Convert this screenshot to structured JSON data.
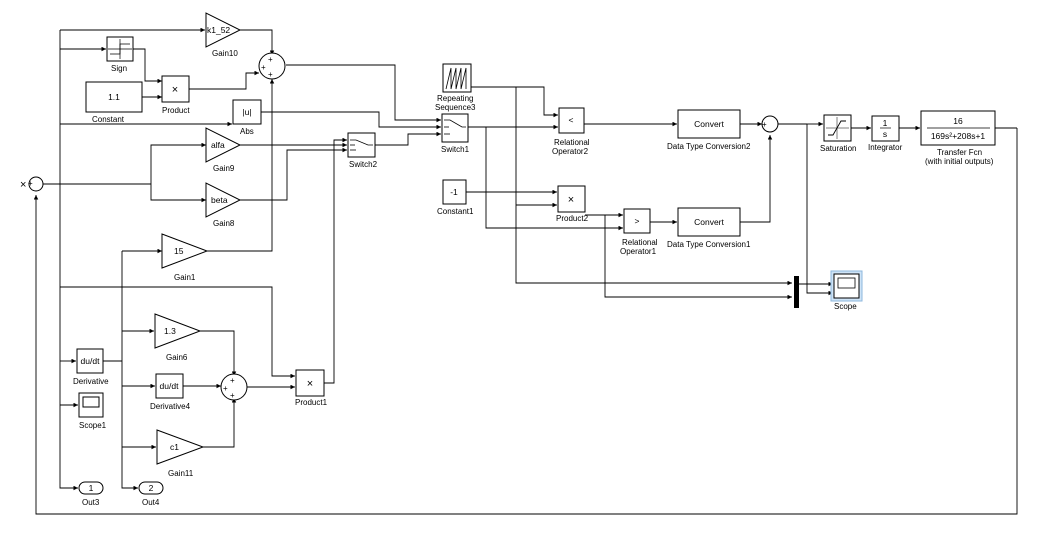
{
  "blocks": {
    "sign": {
      "label": "Sign"
    },
    "constant": {
      "label": "Constant",
      "value": "1.1"
    },
    "product": {
      "label": "Product",
      "symbol": "×"
    },
    "gain10": {
      "label": "Gain10",
      "value": "k1_52"
    },
    "abs": {
      "label": "Abs",
      "value": "|u|"
    },
    "gain9": {
      "label": "Gain9",
      "value": "alfa"
    },
    "gain8": {
      "label": "Gain8",
      "value": "beta"
    },
    "gain1": {
      "label": "Gain1",
      "value": "15"
    },
    "gain6": {
      "label": "Gain6",
      "value": "1.3"
    },
    "derivative": {
      "label": "Derivative",
      "value": "du/dt"
    },
    "derivative4": {
      "label": "Derivative4",
      "value": "du/dt"
    },
    "scope1": {
      "label": "Scope1"
    },
    "gain11": {
      "label": "Gain11",
      "value": "c1"
    },
    "product1": {
      "label": "Product1",
      "symbol": "×"
    },
    "out3": {
      "label": "Out3",
      "value": "1"
    },
    "out4": {
      "label": "Out4",
      "value": "2"
    },
    "switch1": {
      "label": "Switch1"
    },
    "switch2": {
      "label": "Switch2"
    },
    "repeating_sequence3": {
      "label_line1": "Repeating",
      "label_line2": "Sequence3"
    },
    "relational_operator2": {
      "label_line1": "Relational",
      "label_line2": "Operator2",
      "value": "<"
    },
    "constant1": {
      "label": "Constant1",
      "value": "-1"
    },
    "product2": {
      "label": "Product2",
      "symbol": "×"
    },
    "relational_operator1": {
      "label_line1": "Relational",
      "label_line2": "Operator1",
      "value": ">"
    },
    "data_type_conversion2": {
      "label": "Data Type Conversion2",
      "value": "Convert"
    },
    "data_type_conversion1": {
      "label": "Data Type Conversion1",
      "value": "Convert"
    },
    "saturation": {
      "label": "Saturation"
    },
    "integrator": {
      "label": "Integrator",
      "num": "1",
      "den": "s"
    },
    "transfer_fcn": {
      "label_line1": "Transfer Fcn",
      "label_line2": "(with initial outputs)",
      "num": "16",
      "den": "169s²+208s+1"
    },
    "scope": {
      "label": "Scope"
    }
  },
  "signs": {
    "sum_left": [
      "+",
      "-"
    ],
    "sum_top": [
      "+",
      "+",
      "+"
    ],
    "sum_bottom": [
      "+",
      "+",
      "+"
    ],
    "sum_right": [
      "+",
      "-"
    ]
  }
}
